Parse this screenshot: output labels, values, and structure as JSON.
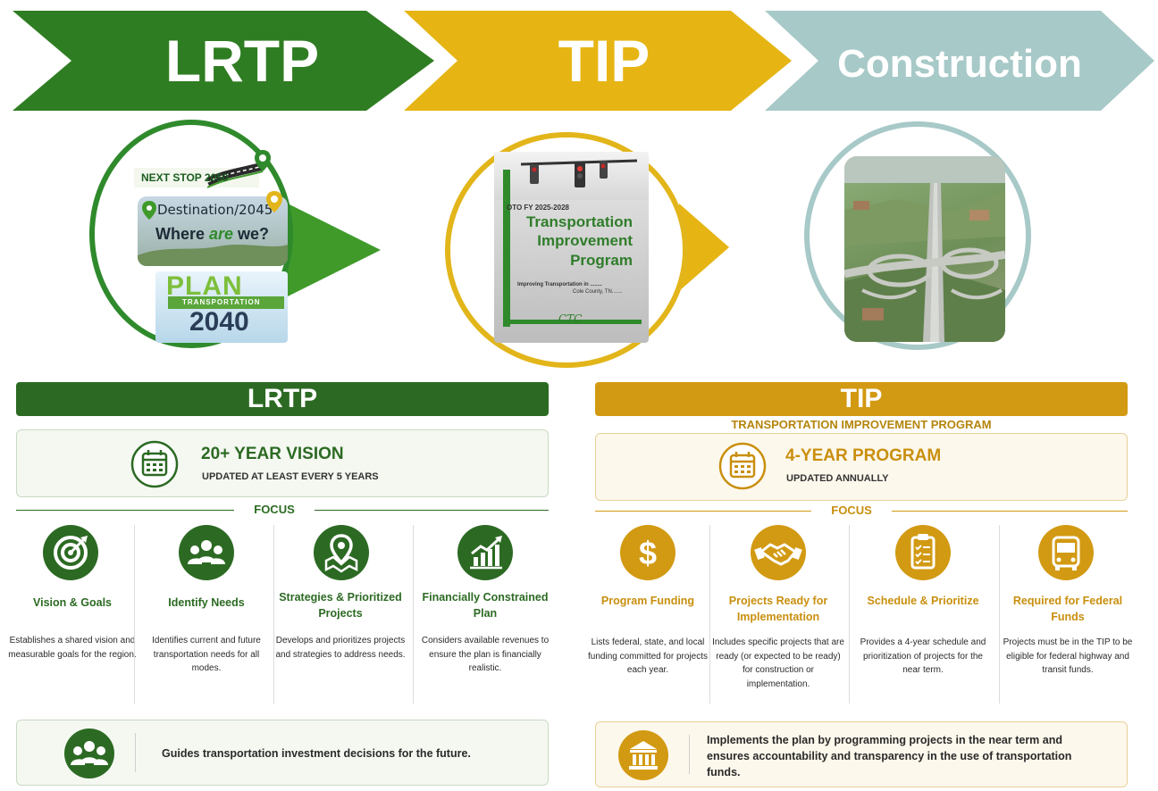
{
  "banner": {
    "stage1": "LRTP",
    "stage2": "TIP",
    "stage3": "Construction",
    "colors": {
      "lrtp": "#2f7d22",
      "tip": "#e6b514",
      "construction": "#a7c9c8"
    }
  },
  "lrtp_collage": {
    "next_stop": "NEXT STOP 2050",
    "destination": "Destination/2045",
    "where_pre": "Where ",
    "where_are": "are",
    "where_post": " we?",
    "plan_word": "PLAN",
    "plan_strip": "TRANSPORTATION",
    "plan_year": "2040"
  },
  "tip_booklet": {
    "fy": "OTO FY 2025-2028",
    "title_line1": "Transportation",
    "title_line2": "Improvement",
    "title_line3": "Program",
    "sub1": "Improving Transportation in ........",
    "sub2": "Cole County, TN.......",
    "logo": "CTC"
  },
  "lrtp": {
    "header": "LRTP",
    "vision_title": "20+ YEAR VISION",
    "vision_sub": "UPDATED AT LEAST EVERY 5 YEARS",
    "focus_label": "FOCUS",
    "items": [
      {
        "icon": "target-icon",
        "title": "Vision & Goals",
        "desc": "Establishes a shared vision and measurable goals for the region."
      },
      {
        "icon": "people-icon",
        "title": "Identify Needs",
        "desc": "Identifies current and future transportation needs for all modes."
      },
      {
        "icon": "map-pin-icon",
        "title": "Strategies & Prioritized Projects",
        "desc": "Develops and prioritizes projects and strategies to address needs."
      },
      {
        "icon": "growth-chart-icon",
        "title": "Financially Constrained Plan",
        "desc": "Considers available revenues to ensure the plan is financially realistic."
      }
    ],
    "bottom_text": "Guides transportation investment decisions for the future."
  },
  "tip": {
    "header": "TIP",
    "full_name": "TRANSPORTATION IMPROVEMENT PROGRAM",
    "program_title": "4-YEAR PROGRAM",
    "program_sub": "UPDATED ANNUALLY",
    "focus_label": "FOCUS",
    "items": [
      {
        "icon": "dollar-icon",
        "title": "Program Funding",
        "desc": "Lists federal, state, and local funding committed for projects each year."
      },
      {
        "icon": "handshake-icon",
        "title": "Projects Ready for Implementation",
        "desc": "Includes specific projects that are ready (or expected to be ready) for construction or implementation."
      },
      {
        "icon": "clipboard-icon",
        "title": "Schedule & Prioritize",
        "desc": "Provides a 4-year schedule and prioritization of projects for the near term."
      },
      {
        "icon": "bus-icon",
        "title": "Required for Federal Funds",
        "desc": "Projects must be in the TIP to be eligible for federal highway and transit funds."
      }
    ],
    "bottom_text": "Implements the plan by programming projects in the near term and ensures accountability and transparency in the use of transportation funds."
  }
}
